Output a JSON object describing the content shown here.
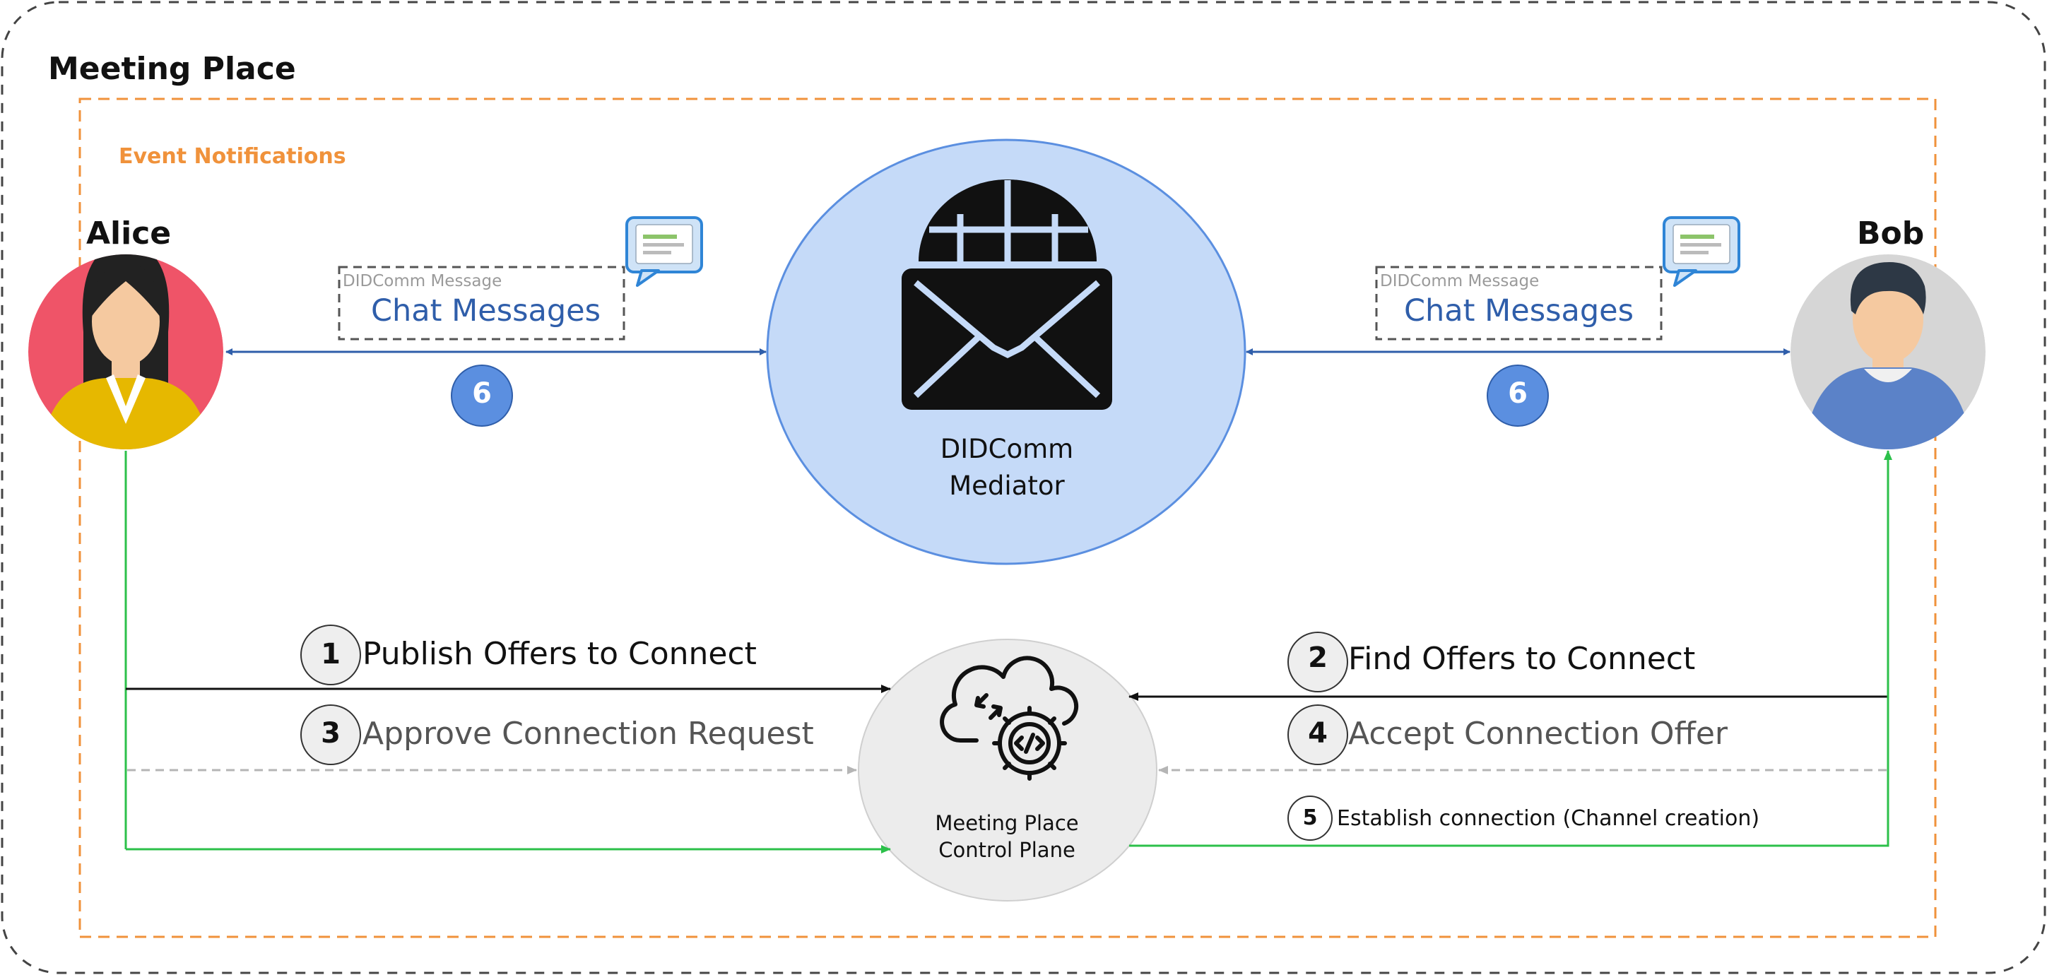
{
  "title": "Meeting Place",
  "event_notifications": "Event Notifications",
  "alice": "Alice",
  "bob": "Bob",
  "left_message": {
    "type_label": "DIDComm Message",
    "label": "Chat Messages"
  },
  "right_message": {
    "type_label": "DIDComm Message",
    "label": "Chat Messages"
  },
  "step6_left": "6",
  "step6_right": "6",
  "mediator": {
    "line1": "DIDComm",
    "line2": "Mediator"
  },
  "control_plane": {
    "line1": "Meeting Place",
    "line2": "Control Plane"
  },
  "steps": [
    {
      "number": "1",
      "label": "Publish Offers to Connect"
    },
    {
      "number": "2",
      "label": "Find Offers to Connect"
    },
    {
      "number": "3",
      "label": "Approve Connection Request"
    },
    {
      "number": "4",
      "label": "Accept Connection Offer"
    },
    {
      "number": "5",
      "label": "Establish connection (Channel creation)"
    }
  ],
  "colors": {
    "outer_border": "#444444",
    "event_border": "#f0923b",
    "mediator_fill": "#c5daf8",
    "mediator_stroke": "#5b8fe0",
    "control_plane_fill": "#ececec",
    "badge_fill": "#5b8fe0",
    "chat_arrow": "#2f5eaa",
    "green_line": "#2cc04a",
    "dashed_gray": "#b5b5b5",
    "alice_bg": "#ef5468",
    "bob_bg": "#d6d6d6"
  }
}
